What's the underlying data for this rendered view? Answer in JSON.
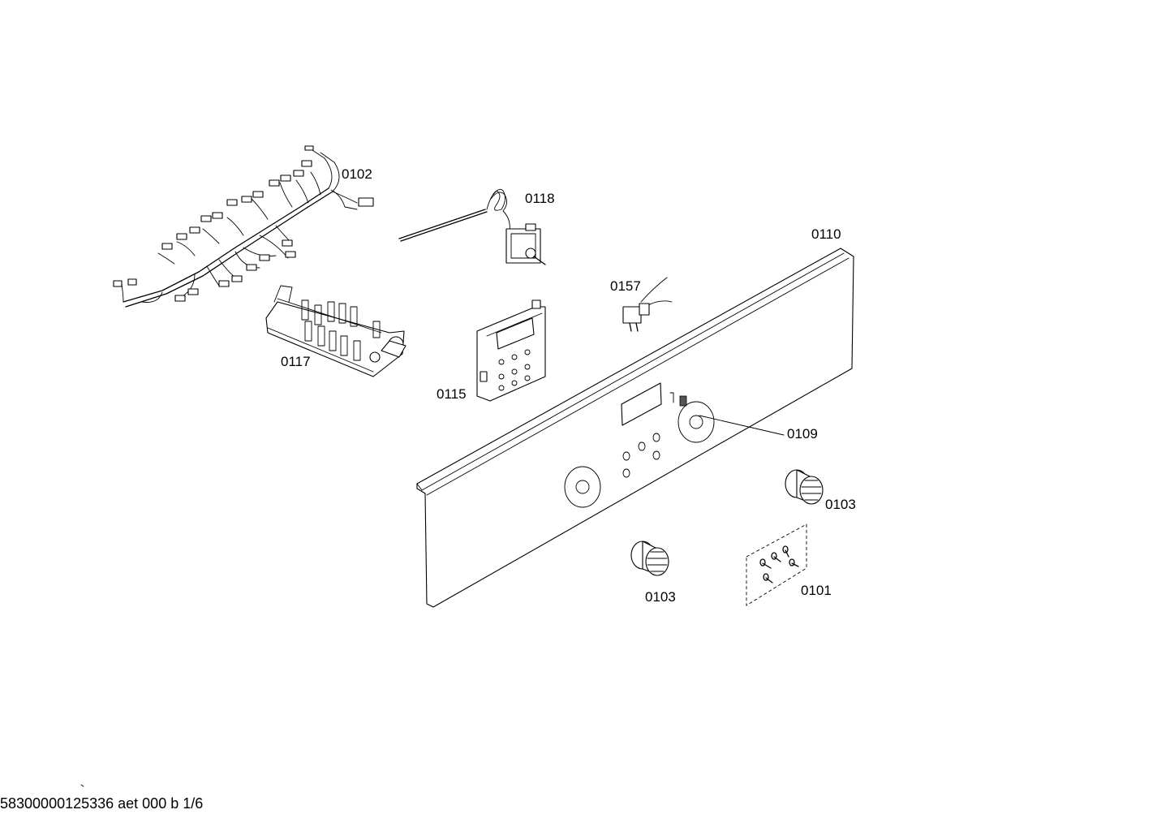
{
  "labels": {
    "p0102": "0102",
    "p0118": "0118",
    "p0110": "0110",
    "p0157": "0157",
    "p0117": "0117",
    "p0115": "0115",
    "p0109": "0109",
    "p0103a": "0103",
    "p0103b": "0103",
    "p0101": "0101"
  },
  "footer": {
    "drawing_id": "58300000125336 aet 000 b 1/6"
  }
}
